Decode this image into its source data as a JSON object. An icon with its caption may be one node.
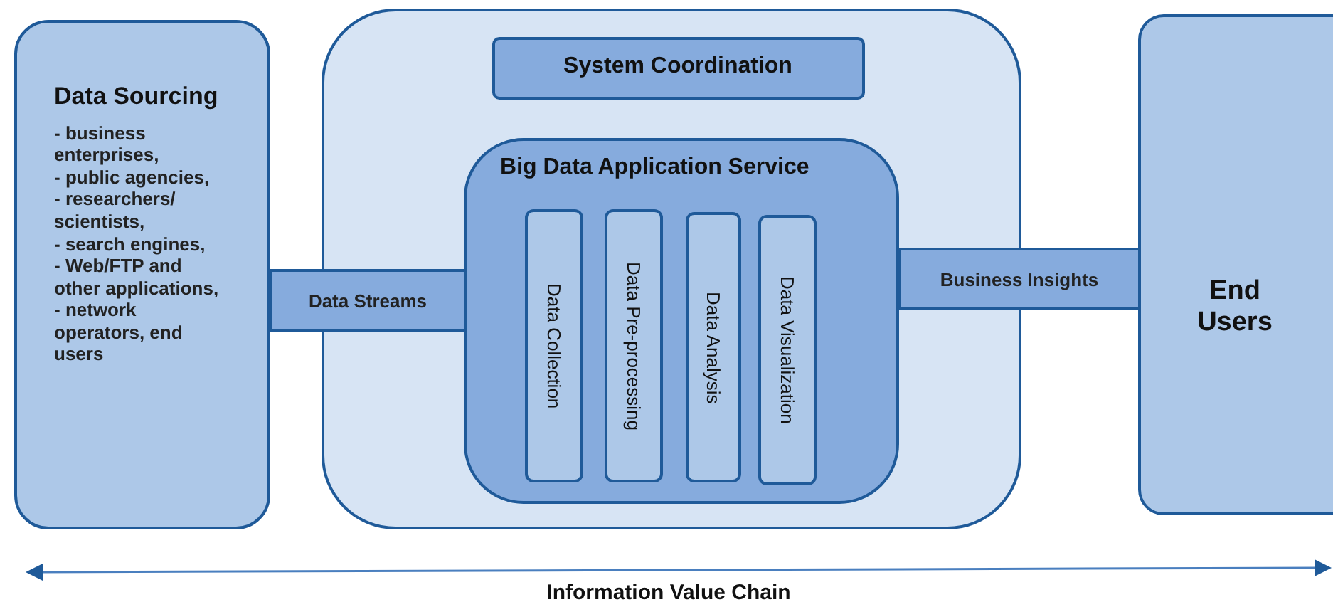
{
  "diagram": {
    "nodes": [
      {
        "text": [
          "Data Sourcing",
          "- business enterprises,",
          "- public agencies,",
          "- researchers/ scientists,",
          "- search engines,",
          "- Web/FTP and other applications,",
          "- network operators, end users"
        ]
      },
      {
        "text": [],
        "shape": "box"
      },
      {
        "text": [
          "System Coordination"
        ],
        "in": 1
      },
      {
        "text": [
          "Big Data Application Service"
        ],
        "in": 1
      },
      {
        "text": [
          "Data Collection"
        ],
        "in": 3
      },
      {
        "text": [
          "Data Pre-processing"
        ],
        "in": 3
      },
      {
        "text": [
          "Data Analysis"
        ],
        "in": 3
      },
      {
        "text": [
          "Data Visualization"
        ],
        "in": 3
      },
      {
        "text": [
          "Data Streams"
        ]
      },
      {
        "text": [
          "Business Insights"
        ]
      },
      {
        "text": [
          "End Users"
        ]
      }
    ],
    "edges": [],
    "labels": [
      "Information Value Chain"
    ]
  }
}
